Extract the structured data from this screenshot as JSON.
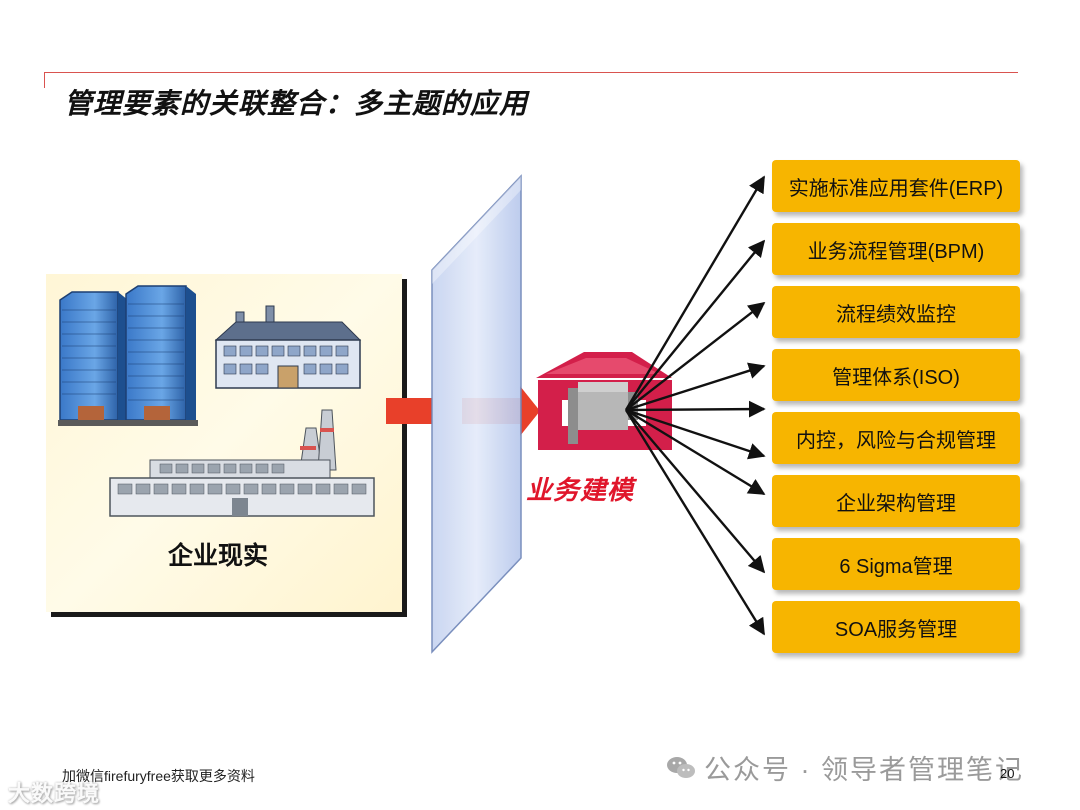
{
  "title": "管理要素的关联整合：多主题的应用",
  "left_panel": {
    "label": "企业现实"
  },
  "center": {
    "label": "业务建模"
  },
  "applications": [
    "实施标准应用套件(ERP)",
    "业务流程管理(BPM)",
    "流程绩效监控",
    "管理体系(ISO)",
    "内控，风险与合规管理",
    "企业架构管理",
    "6 Sigma管理",
    "SOA服务管理"
  ],
  "footer": {
    "note": "加微信firefuryfree获取更多资料",
    "page_number": "20",
    "watermark_left": "大数跨境",
    "watermark_right": "公众号 · 领导者管理笔记"
  },
  "colors": {
    "accent_red": "#e0162b",
    "arrow_red": "#e8402a",
    "item_fill": "#f7b500",
    "panel_fill": "#fff6d6",
    "glass_fill": "#d8e2f6"
  },
  "icons": [
    "office-towers-icon",
    "factory-icon",
    "power-plant-icon",
    "house-icon",
    "wechat-icon"
  ]
}
